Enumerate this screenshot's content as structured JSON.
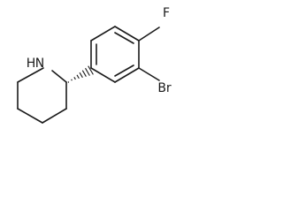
{
  "molecule": {
    "atoms": {
      "nitrogen": "N",
      "nitrogen_h": "H",
      "fluorine": "F",
      "bromine": "Br"
    },
    "colors": {
      "bond": "#1a1a1a",
      "label": "#1a1a1a",
      "background": "#ffffff"
    }
  }
}
